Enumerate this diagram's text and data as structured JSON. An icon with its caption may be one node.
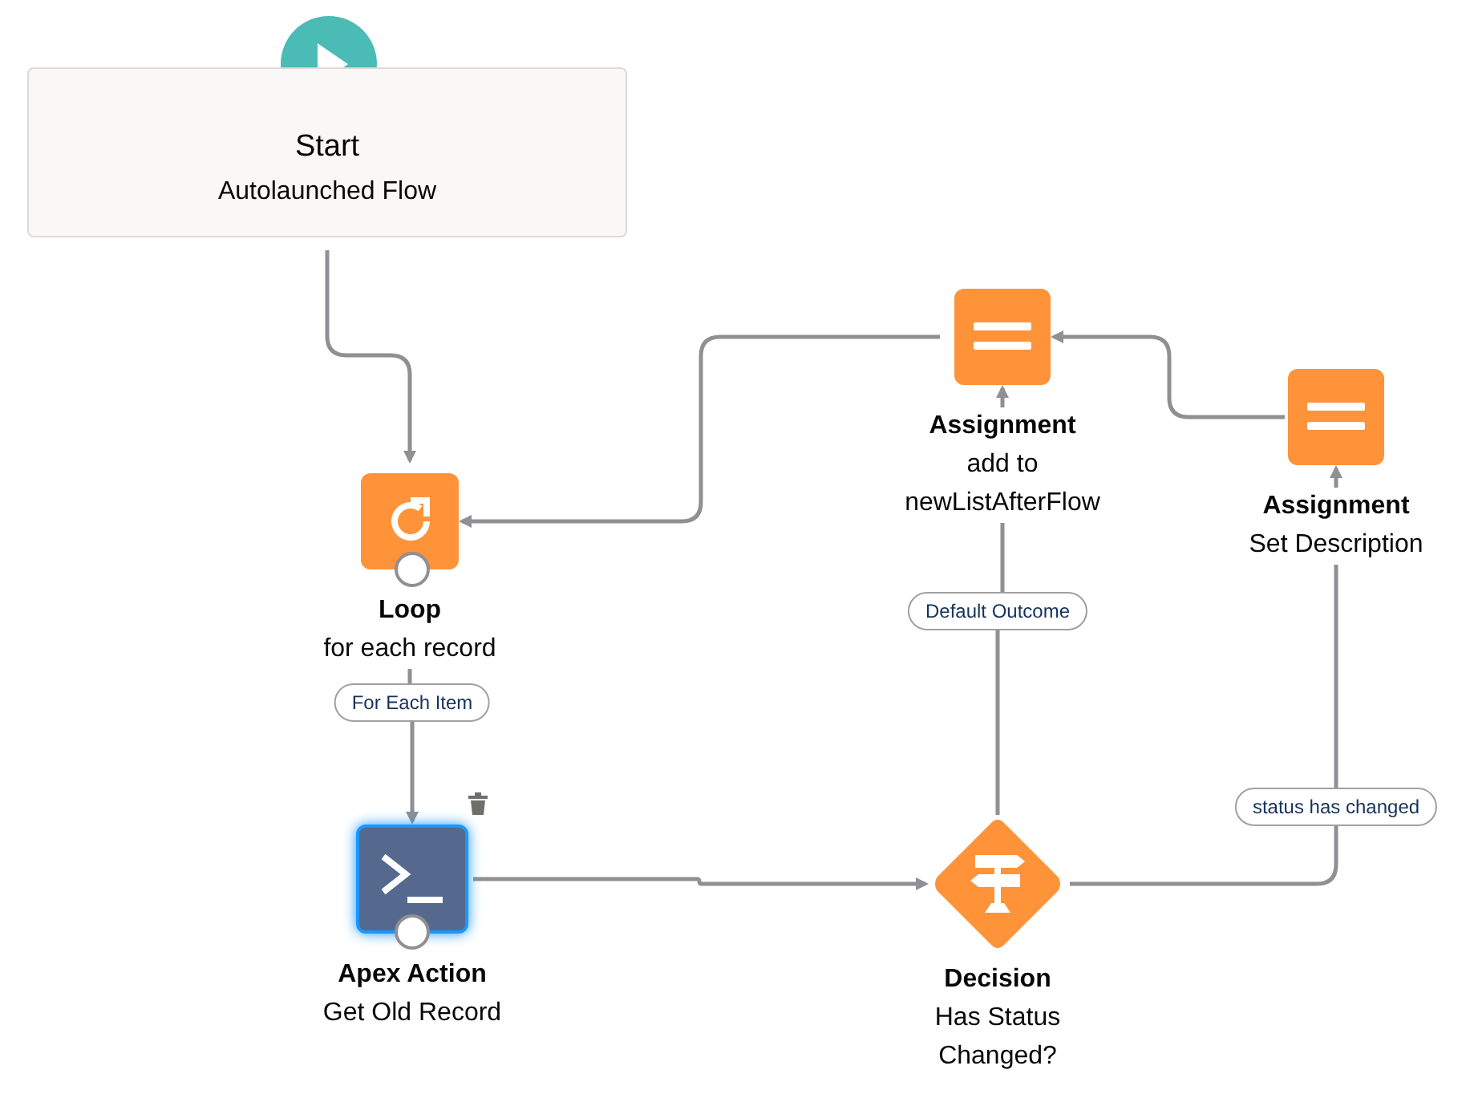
{
  "diagram": {
    "nodes": [
      {
        "text": [
          "Start",
          "Autolaunched Flow"
        ]
      },
      {
        "text": [
          "Loop",
          "for each record"
        ]
      },
      {
        "text": [
          "Apex Action",
          "Get Old Record"
        ]
      },
      {
        "text": [
          "Decision",
          "Has Status Changed?"
        ]
      },
      {
        "text": [
          "Assignment",
          "add to newListAfterFlow"
        ]
      },
      {
        "text": [
          "Assignment",
          "Set Description"
        ]
      }
    ],
    "edges": [
      {
        "from": 0,
        "to": 1,
        "arrow": "to"
      },
      {
        "from": 1,
        "to": 2,
        "arrow": "to",
        "label": "For Each Item"
      },
      {
        "from": 2,
        "to": 3,
        "arrow": "to"
      },
      {
        "from": 3,
        "to": 4,
        "arrow": "to",
        "label": "Default Outcome"
      },
      {
        "from": 3,
        "to": 5,
        "arrow": "to",
        "label": "status has changed"
      },
      {
        "from": 5,
        "to": 4,
        "arrow": "to"
      },
      {
        "from": 4,
        "to": 1,
        "arrow": "to"
      }
    ]
  }
}
